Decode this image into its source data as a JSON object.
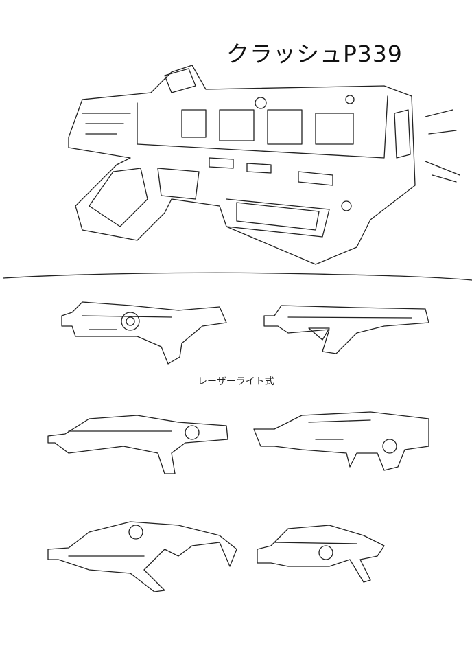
{
  "title": "クラッシュP339",
  "caption": "レーザーライト式",
  "sketches": {
    "main": "main-weapon-sketch",
    "variants": [
      "variant-1",
      "variant-2",
      "variant-3",
      "variant-4",
      "variant-5",
      "variant-6"
    ]
  }
}
